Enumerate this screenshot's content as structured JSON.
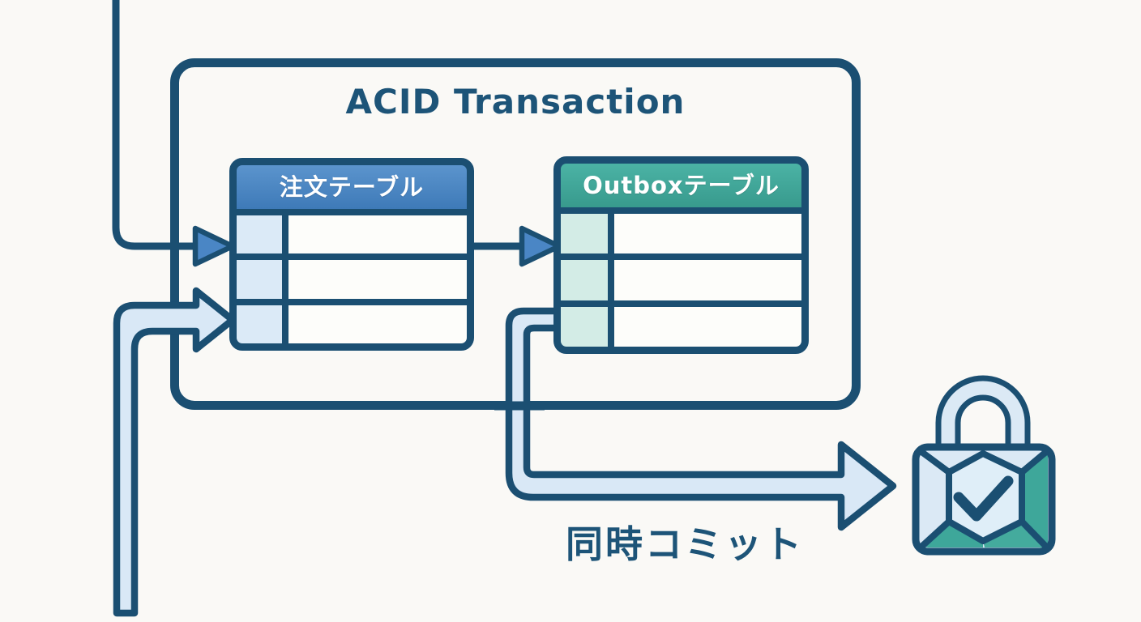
{
  "title": "ACID Transaction",
  "tables": [
    {
      "id": "orders",
      "label": "注文テーブル",
      "rows": 3,
      "header_color": "#4583c1",
      "key_cell_color": "#dbeaf7"
    },
    {
      "id": "outbox",
      "label": "Outboxテーブル",
      "rows": 3,
      "header_color": "#3ea79a",
      "key_cell_color": "#d3ece6"
    }
  ],
  "caption": "同時コミット",
  "icons": {
    "lock": "lock-with-checkmark"
  },
  "colors": {
    "background": "#faf9f6",
    "outline": "#1b4f72",
    "arrow_band_fill": "#d9e8f6",
    "arrowhead_fill": "#4a86c5",
    "teal_accent": "#3ea79a",
    "title_text": "#1d5478"
  }
}
